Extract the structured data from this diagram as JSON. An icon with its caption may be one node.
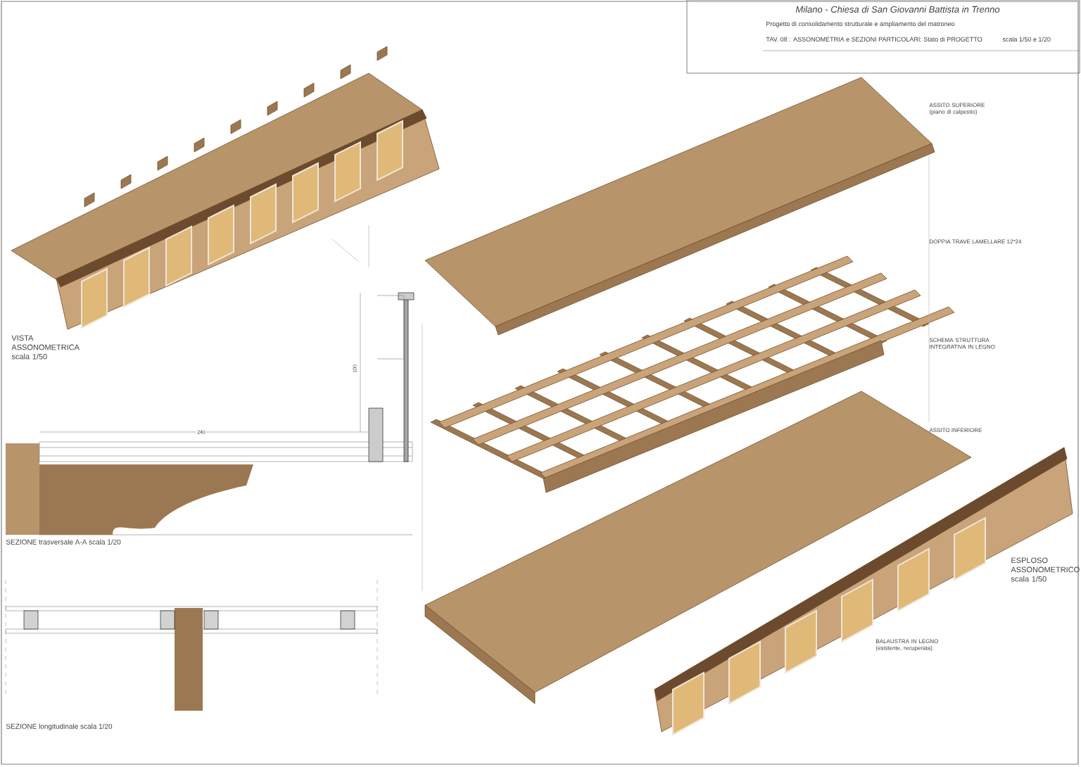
{
  "diagram": {
    "title": "Milano - Chiesa di San Giovanni Battista in Trenno",
    "labels": [
      "Progetto di consolidamento strutturale e ampliamento del matroneo",
      "TAV. 08 : ASSONOMETRIA e SEZIONI PARTICOLARI: Stato di PROGETTO",
      "scala 1/50 e 1/20",
      "ASSITO SUPERIORE (piano di calpestio)",
      "DOPPIA TRAVE LAMELLARE 12*24",
      "SCHEMA STRUTTURA INTEGRATIVA IN LEGNO",
      "ASSITO INFERIORE",
      "VISTA ASSONOMETRICA scala 1/50",
      "100",
      "240",
      "SEZIONE trasversale A-A scala 1/20",
      "ESPLOSO ASSONOMETRICO scala 1/50",
      "BALAUSTRA IN LEGNO (esistente, recuperata)",
      "SEZIONE longitudinale scala 1/20"
    ]
  }
}
